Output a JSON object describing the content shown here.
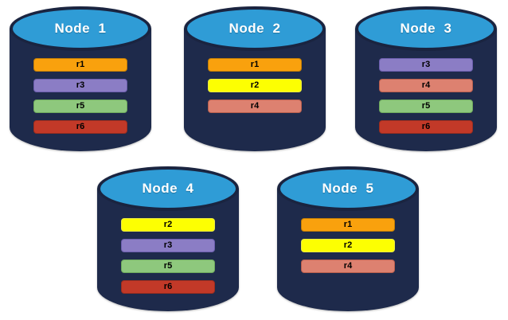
{
  "diagram": {
    "description_type": "database-replica-distribution"
  },
  "colors": {
    "background": "#FFFFFF",
    "cylinder_body": "#1E2A4B",
    "cylinder_outline": "#1A2440",
    "cylinder_top_fill": "#2F9CD6",
    "title_text": "#FFFFFF",
    "bar_text": "#000000",
    "replicas": {
      "r1": {
        "fill": "#F9A10D",
        "border": "#C27E06"
      },
      "r2": {
        "fill": "#FDFF02",
        "border": "#E9E943"
      },
      "r3": {
        "fill": "#8B7DC5",
        "border": "#6B5EAD"
      },
      "r4": {
        "fill": "#DD8170",
        "border": "#B95F4E"
      },
      "r5": {
        "fill": "#8EC87D",
        "border": "#6EA95D"
      },
      "r6": {
        "fill": "#C23928",
        "border": "#9C2D1E"
      }
    }
  },
  "nodes": [
    {
      "title": "Node  1",
      "replicas": [
        "r1",
        "r3",
        "r5",
        "r6"
      ]
    },
    {
      "title": "Node  2",
      "replicas": [
        "r1",
        "r2",
        "r4"
      ]
    },
    {
      "title": "Node  3",
      "replicas": [
        "r3",
        "r4",
        "r5",
        "r6"
      ]
    },
    {
      "title": "Node  4",
      "replicas": [
        "r2",
        "r3",
        "r5",
        "r6"
      ]
    },
    {
      "title": "Node  5",
      "replicas": [
        "r1",
        "r2",
        "r4"
      ]
    }
  ]
}
